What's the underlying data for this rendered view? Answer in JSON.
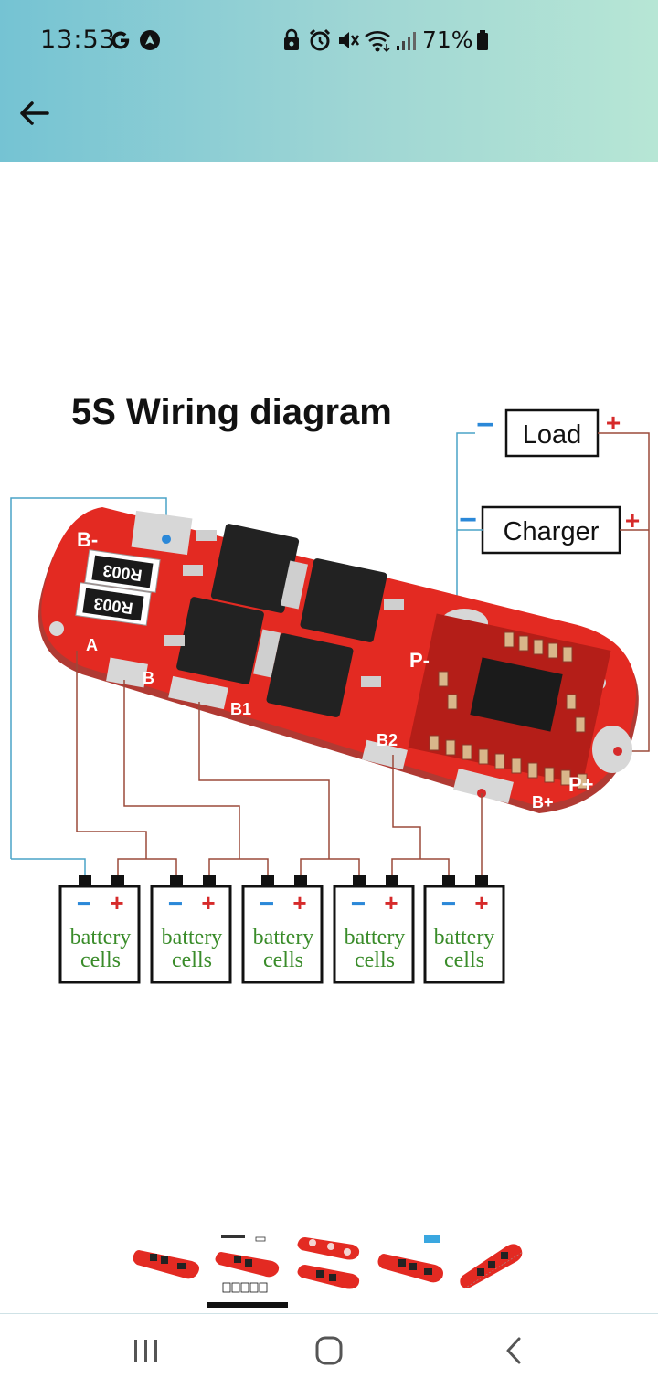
{
  "status_bar": {
    "time": "13:53",
    "battery_percent": "71%",
    "left_icons": [
      "google-icon",
      "navigation-icon"
    ],
    "right_icons": [
      "lock-icon",
      "alarm-icon",
      "mute-icon",
      "wifi-icon",
      "signal-icon",
      "battery-icon"
    ]
  },
  "header": {
    "back_icon": "arrow-left-icon",
    "gradient_colors": [
      "#75c3d3",
      "#b7e6d5"
    ]
  },
  "diagram": {
    "title": "5S Wiring diagram",
    "load_label": "Load",
    "charger_label": "Charger",
    "minus_sign": "−",
    "plus_sign": "+",
    "board_labels": {
      "b_minus": "B-",
      "a": "A",
      "b": "B",
      "b1": "B1",
      "b2": "B2",
      "b_plus": "B+",
      "p_minus": "P-",
      "p_plus": "P+",
      "resistor_1": "R003",
      "resistor_2": "R003"
    },
    "cells": [
      {
        "line1": "battery",
        "line2": "cells"
      },
      {
        "line1": "battery",
        "line2": "cells"
      },
      {
        "line1": "battery",
        "line2": "cells"
      },
      {
        "line1": "battery",
        "line2": "cells"
      },
      {
        "line1": "battery",
        "line2": "cells"
      }
    ],
    "colors": {
      "board_red": "#e32a22",
      "minus_blue": "#2b88d8",
      "plus_red": "#d62a2a",
      "cell_text_green": "#3a8c2a",
      "wire_blue": "#4aa3c7",
      "wire_brown": "#9b4a3a"
    }
  },
  "thumbnails": {
    "count": 5,
    "selected_index": 1
  },
  "nav_bar": {
    "recents_icon": "recents-icon",
    "home_icon": "home-icon",
    "back_icon": "back-chevron-icon"
  }
}
